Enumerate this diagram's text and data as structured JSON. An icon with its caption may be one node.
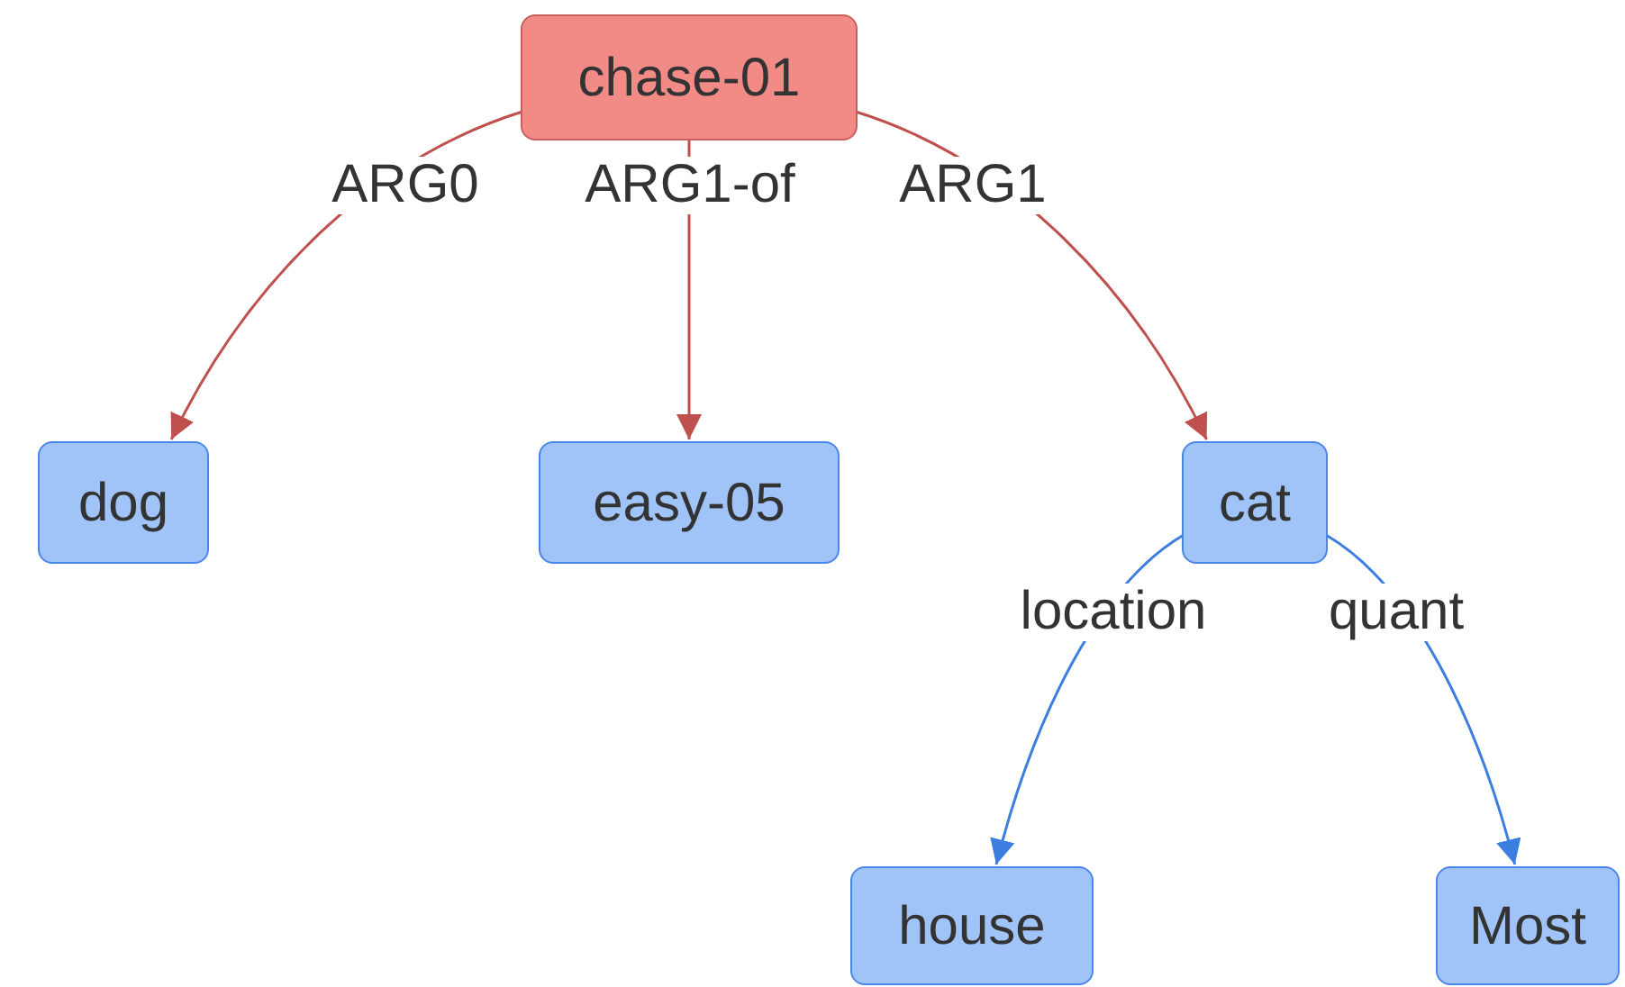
{
  "diagram": {
    "nodes": [
      {
        "text": [
          "chase-01"
        ]
      },
      {
        "text": [
          "dog"
        ]
      },
      {
        "text": [
          "easy-05"
        ]
      },
      {
        "text": [
          "cat"
        ]
      },
      {
        "text": [
          "house"
        ]
      },
      {
        "text": [
          "Most"
        ]
      }
    ],
    "edges": [
      {
        "from": 0,
        "to": 1,
        "arrow": "to",
        "label": "ARG0"
      },
      {
        "from": 0,
        "to": 2,
        "arrow": "to",
        "label": "ARG1-of"
      },
      {
        "from": 0,
        "to": 3,
        "arrow": "to",
        "label": "ARG1"
      },
      {
        "from": 3,
        "to": 4,
        "arrow": "to",
        "label": "location",
        "color": "#3c7ee0"
      },
      {
        "from": 3,
        "to": 5,
        "arrow": "to",
        "label": "quant",
        "color": "#3c7ee0"
      }
    ]
  }
}
